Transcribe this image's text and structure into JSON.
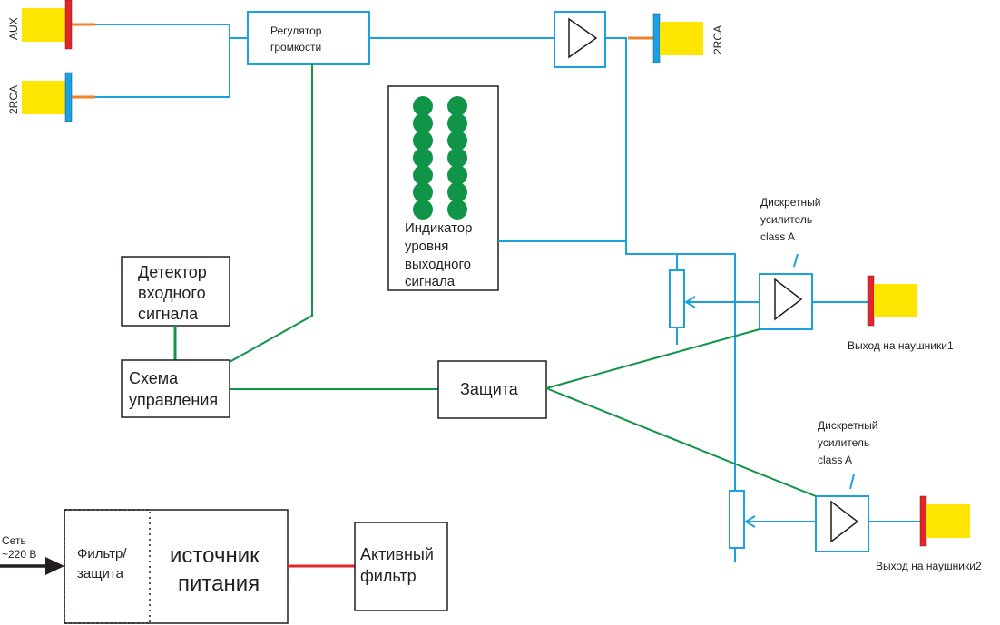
{
  "colors": {
    "signal_line": "#1ba1e2",
    "control_line": "#109447",
    "power_line": "#e0262a",
    "plug_body": "#ffe600",
    "plug_lead": "#f0822a",
    "aux_flange": "#e0262a",
    "rca_flange": "#1ba1e2",
    "led": "#109447",
    "box_outline": "#231f20"
  },
  "inputs": {
    "aux_label": "AUX",
    "rca_in_label": "2RCA"
  },
  "volume_control": {
    "line1": "Регулятор",
    "line2": "громкости"
  },
  "line_out": {
    "label": "2RCA"
  },
  "level_indicator": {
    "line1": "Индикатор",
    "line2": "уровня",
    "line3": "выходного",
    "line4": "сигнала",
    "led_columns": 2,
    "leds_per_column": 7
  },
  "input_detector": {
    "line1": "Детектор",
    "line2": "входного",
    "line3": "сигнала"
  },
  "control_circuit": {
    "line1": "Схема",
    "line2": "управления"
  },
  "protection": {
    "label": "Защита"
  },
  "amp1": {
    "line1": "Дискретный",
    "line2": "усилитель",
    "line3": "class A",
    "output_label": "Выход на наушники1"
  },
  "amp2": {
    "line1": "Дискретный",
    "line2": "усилитель",
    "line3": "class A",
    "output_label": "Выход на наушники2"
  },
  "mains": {
    "line1": "Сеть",
    "line2": "~220 В"
  },
  "power_supply": {
    "filter_line1": "Фильтр/",
    "filter_line2": "защита",
    "psu_line1": "источник",
    "psu_line2": "питания"
  },
  "active_filter": {
    "line1": "Активный",
    "line2": "фильтр"
  }
}
